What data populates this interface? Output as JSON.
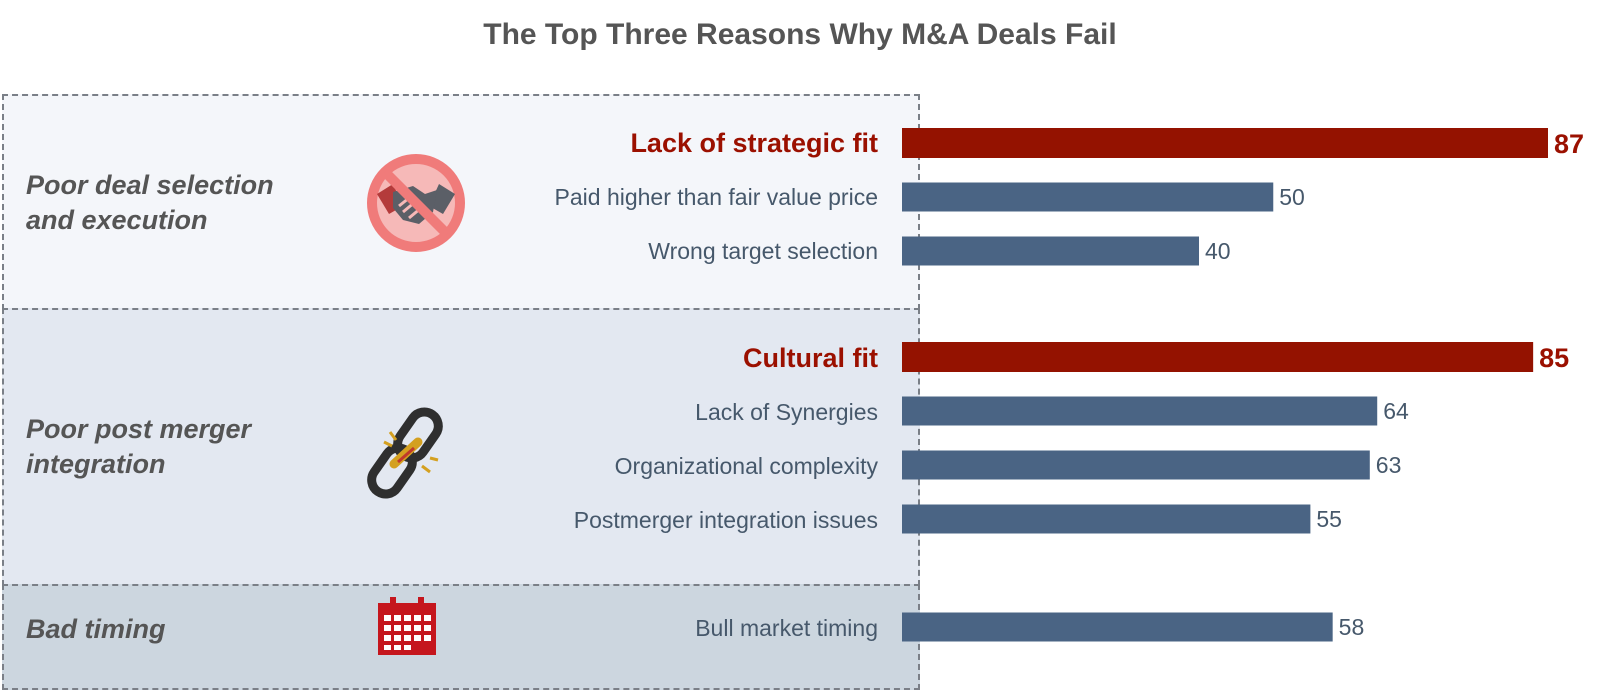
{
  "chart_data": {
    "type": "bar",
    "orientation": "horizontal",
    "title": "The Top Three Reasons Why M&A Deals Fail",
    "xlim": [
      0,
      87
    ],
    "grid": false,
    "colors": {
      "highlight": "#941200",
      "default": "#4a6484"
    },
    "groups": [
      {
        "name": "Poor deal selection and execution",
        "icon": "no-handshake-icon",
        "items": [
          {
            "label": "Lack of strategic fit",
            "value": 87,
            "highlight": true
          },
          {
            "label": "Paid higher than fair value price",
            "value": 50,
            "highlight": false
          },
          {
            "label": "Wrong target selection",
            "value": 40,
            "highlight": false
          }
        ]
      },
      {
        "name": "Poor post merger integration",
        "icon": "broken-chain-icon",
        "items": [
          {
            "label": "Cultural fit",
            "value": 85,
            "highlight": true
          },
          {
            "label": "Lack of Synergies",
            "value": 64,
            "highlight": false
          },
          {
            "label": "Organizational complexity",
            "value": 63,
            "highlight": false
          },
          {
            "label": "Postmerger integration issues",
            "value": 55,
            "highlight": false
          }
        ]
      },
      {
        "name": "Bad timing",
        "icon": "calendar-icon",
        "items": [
          {
            "label": "Bull market timing",
            "value": 58,
            "highlight": false
          }
        ]
      }
    ]
  }
}
